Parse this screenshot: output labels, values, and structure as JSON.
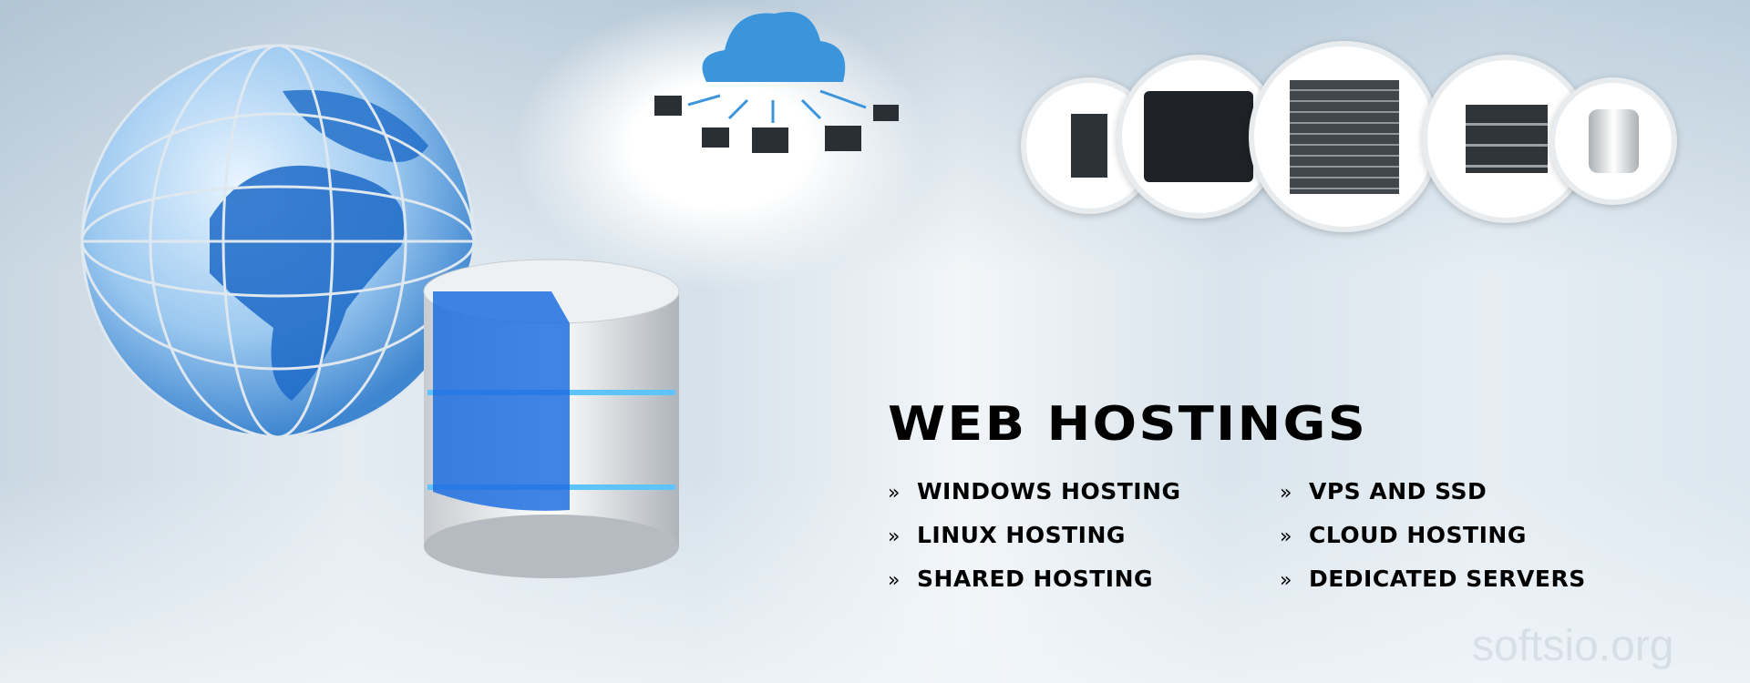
{
  "banner": {
    "title": "Web Hostings",
    "bullet": "»",
    "services_left": [
      "Windows Hosting",
      "Linux Hosting",
      "Shared Hosting"
    ],
    "services_right": [
      "VPS and SSD",
      "Cloud Hosting",
      "Dedicated Servers"
    ],
    "watermark": "softsio.org"
  },
  "colors": {
    "accent": "#1a6fd1",
    "text": "#000000"
  }
}
